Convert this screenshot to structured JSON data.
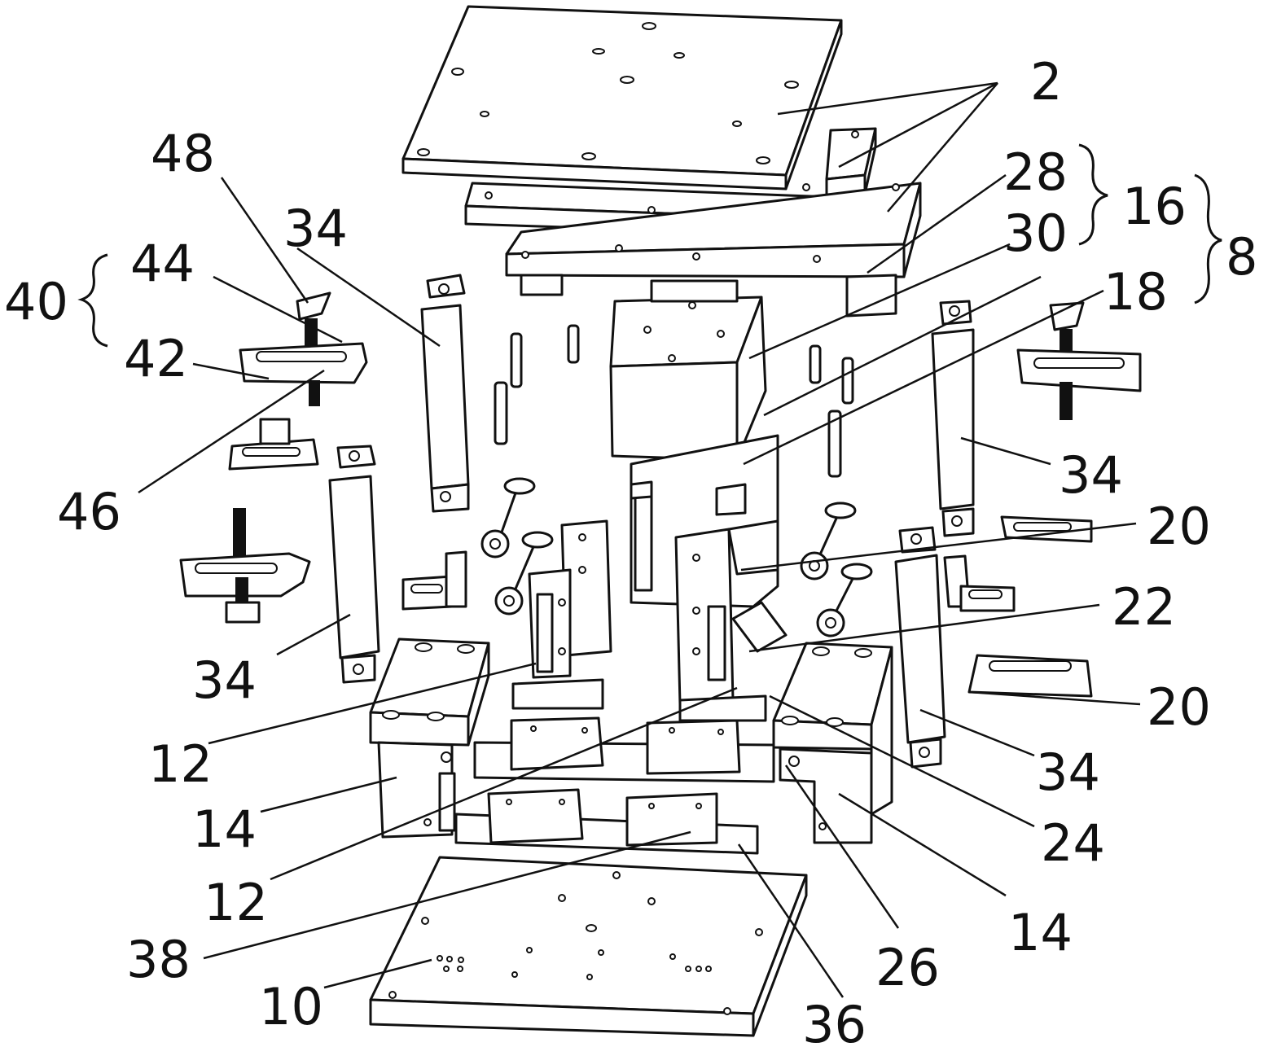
{
  "labels": {
    "l2": "2",
    "l28": "28",
    "l30": "30",
    "l16": "16",
    "l8": "8",
    "l18": "18",
    "l48": "48",
    "l34a": "34",
    "l44": "44",
    "l40": "40",
    "l42": "42",
    "l46": "46",
    "l34b": "34",
    "l34c": "34",
    "l20a": "20",
    "l22": "22",
    "l20b": "20",
    "l12a": "12",
    "l34d": "34",
    "l14a": "14",
    "l24": "24",
    "l12b": "12",
    "l14b": "14",
    "l38": "38",
    "l26": "26",
    "l10": "10",
    "l36": "36"
  },
  "colors": {
    "line": "#111111",
    "background": "#ffffff"
  }
}
